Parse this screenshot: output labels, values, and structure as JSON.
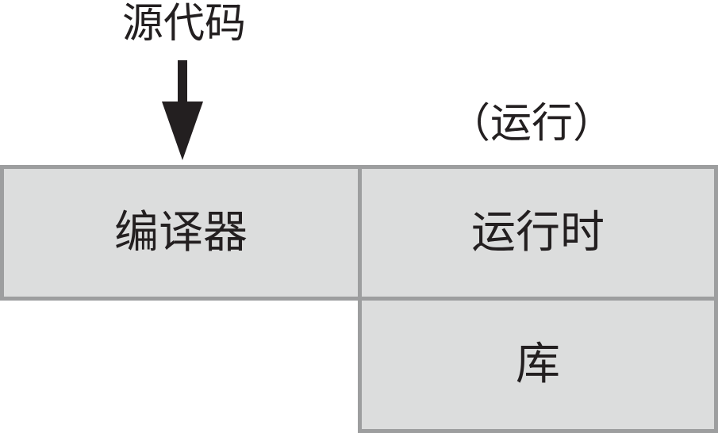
{
  "labels": {
    "source": "源代码",
    "runtime_note": "（运行）"
  },
  "boxes": {
    "compiler": "编译器",
    "runtime": "运行时",
    "library": "库"
  },
  "colors": {
    "box_fill": "#dcdddd",
    "box_border": "#9d9e9f",
    "text": "#231f20"
  }
}
